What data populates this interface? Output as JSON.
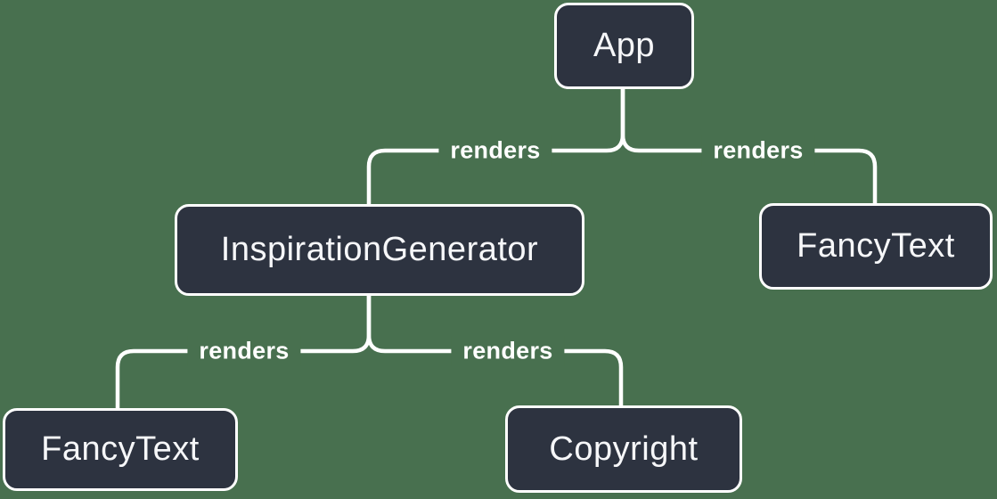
{
  "colors": {
    "background": "#48704f",
    "node_fill": "#2d3340",
    "node_border": "#ffffff",
    "node_text": "#f6f7f9",
    "line": "#ffffff",
    "edge_label_text": "#ffffff"
  },
  "diagram": {
    "type": "component-render-tree",
    "nodes": [
      {
        "id": "app",
        "label": "App"
      },
      {
        "id": "inspiration-generator",
        "label": "InspirationGenerator"
      },
      {
        "id": "fancy-text-top-right",
        "label": "FancyText"
      },
      {
        "id": "fancy-text-bottom-left",
        "label": "FancyText"
      },
      {
        "id": "copyright",
        "label": "Copyright"
      }
    ],
    "edges": [
      {
        "from": "App",
        "to": "InspirationGenerator",
        "label": "renders"
      },
      {
        "from": "App",
        "to": "FancyText",
        "label": "renders"
      },
      {
        "from": "InspirationGenerator",
        "to": "FancyText",
        "label": "renders"
      },
      {
        "from": "InspirationGenerator",
        "to": "Copyright",
        "label": "renders"
      }
    ]
  }
}
